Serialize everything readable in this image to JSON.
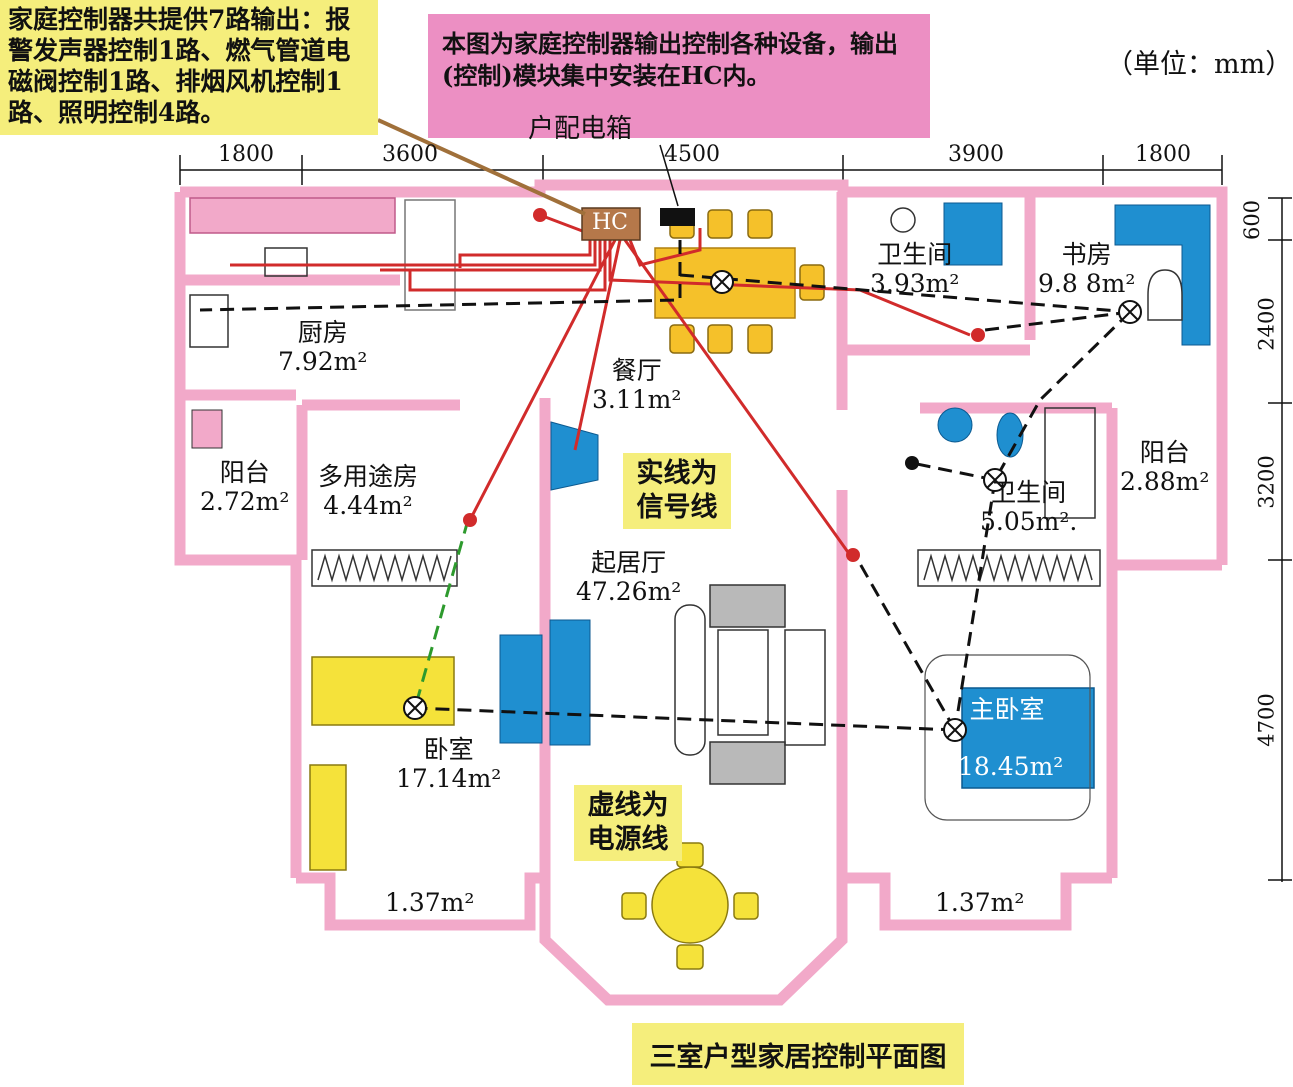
{
  "notes": {
    "controller": "家庭控制器共提供7路输出：报警发声器控制1路、燃气管道电磁阀控制1路、排烟风机控制1路、照明控制4路。",
    "description": "本图为家庭控制器输出控制各种设备，输出(控制)模块集中安装在HC内。",
    "unit": "（单位：mm）",
    "title": "三室户型家居控制平面图"
  },
  "legend": {
    "solid": "实线为信号线",
    "dashed": "虚线为电源线"
  },
  "devices": {
    "hc": "HC",
    "distribution_box": "户配电箱"
  },
  "dimensions": {
    "top": [
      "1800",
      "3600",
      "4500",
      "3900",
      "1800"
    ],
    "right": [
      "600",
      "2400",
      "3200",
      "4700"
    ]
  },
  "rooms": {
    "kitchen": {
      "name": "厨房",
      "area": "7.92m²"
    },
    "dining": {
      "name": "餐厅",
      "area": "3.11m²"
    },
    "bath1": {
      "name": "卫生间",
      "area": "3.93m²"
    },
    "study": {
      "name": "书房",
      "area": "9.8 8m²"
    },
    "balcony_left": {
      "name": "阳台",
      "area": "2.72m²"
    },
    "multi": {
      "name": "多用途房",
      "area": "4.44m²"
    },
    "living": {
      "name": "起居厅",
      "area": "47.26m²"
    },
    "bath2": {
      "name": "卫生间",
      "area": "5.05m²."
    },
    "balcony_right": {
      "name": "阳台",
      "area": "2.88m²"
    },
    "bedroom": {
      "name": "卧室",
      "area": "17.14m²"
    },
    "master": {
      "name": "主卧室",
      "area": "18.45m²"
    },
    "bay_left": {
      "area": "1.37m²"
    },
    "bay_right": {
      "area": "1.37m²"
    }
  },
  "colors": {
    "wall": "#f2a9c9",
    "signal": "#d12b2b",
    "power": "#111111",
    "yellow": "#f5e23a",
    "blue": "#1f8fd0",
    "hc_box": "#b5784a"
  }
}
